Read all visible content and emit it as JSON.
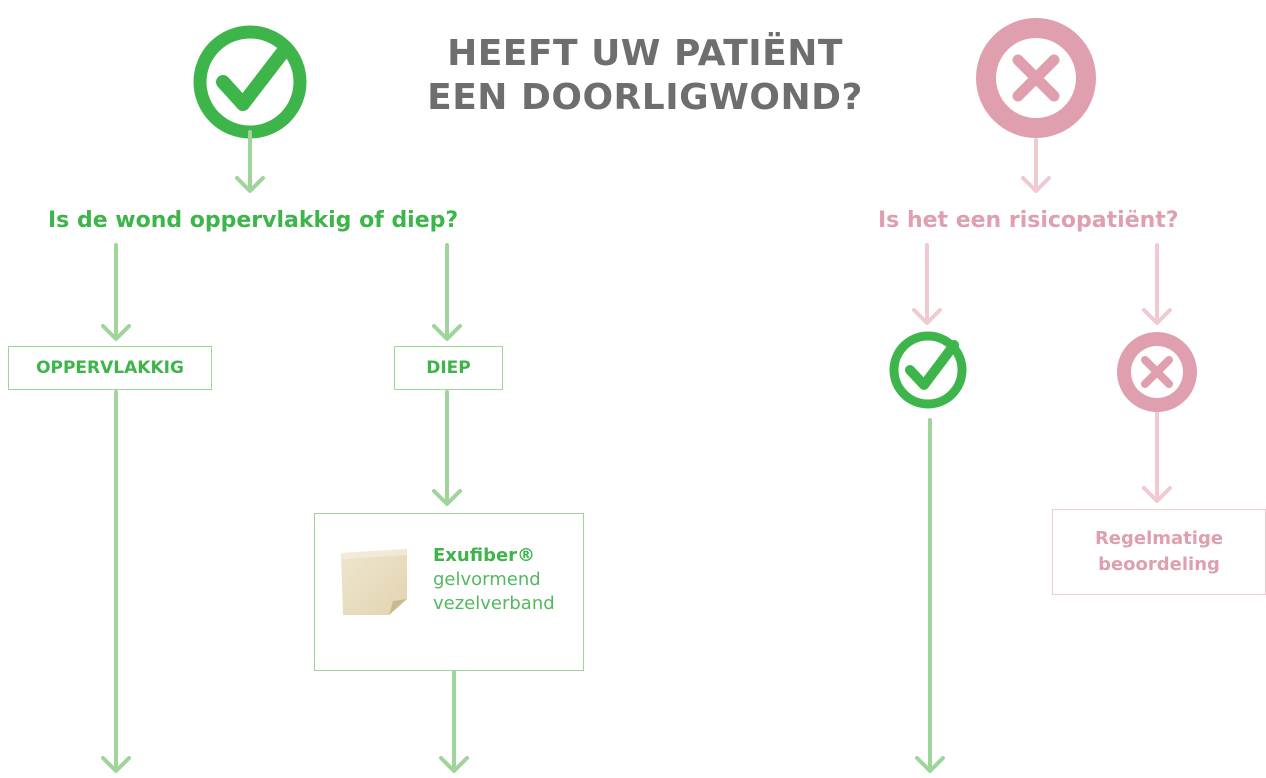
{
  "title": {
    "line1": "HEEFT UW PATIËNT",
    "line2": "EEN DOORLIGWOND?"
  },
  "yes_branch": {
    "icon": "check-circle-icon",
    "question": "Is de wond oppervlakkig of diep?",
    "options": {
      "superficial": "OPPERVLAKKIG",
      "deep": "DIEP"
    },
    "product": {
      "name": "Exufiber®",
      "description_line1": "gelvormend",
      "description_line2": "vezelverband"
    }
  },
  "no_branch": {
    "icon": "x-circle-icon",
    "question": "Is het een risicopatiënt?",
    "yes_icon": "check-circle-icon",
    "no_icon": "x-circle-icon",
    "outcome_line1": "Regelmatige",
    "outcome_line2": "beoordeling"
  },
  "colors": {
    "green": "#3db54a",
    "green_light": "#9fd49b",
    "pink": "#df9fae",
    "pink_light": "#f0c9d1",
    "title_gray": "#6e6e6e"
  }
}
